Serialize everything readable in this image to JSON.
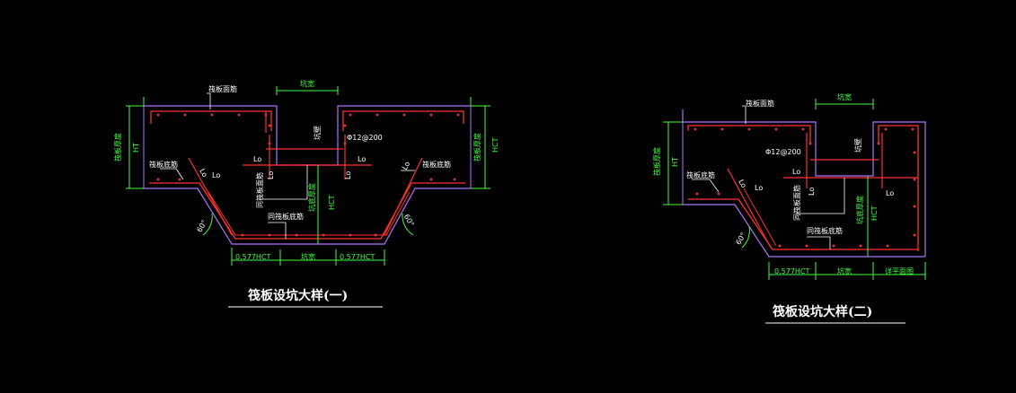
{
  "colors": {
    "background": "#000000",
    "outline": "#b070ff",
    "rebar": "#ff3030",
    "dimension": "#3cff3c",
    "text": "#ffffff",
    "dot": "#ff3030"
  },
  "detail1": {
    "title": "筏板设坑大样(一)",
    "dim_pit_width": "坑宽",
    "dim_bottom_left": "0.577HCT",
    "dim_bottom_mid": "坑宽",
    "dim_bottom_right": "0.577HCT",
    "dim_left_h": "HT",
    "dim_left_text": "筏板厚度",
    "dim_right_h": "HCT",
    "dim_right_text": "筏板厚度",
    "dim_mid_h": "HCT",
    "dim_mid_text": "坑底厚度",
    "label_top_rebar": "筏板面筋",
    "label_bottom_rebar": "筏板底筋",
    "label_pit_side_rebar": "坑壁",
    "label_spec": "Φ12@200",
    "label_pit_face_rebar": "同筏板面筋",
    "label_pit_bottom_rebar": "同筏板底筋",
    "label_right_bottom_rebar": "筏板底筋",
    "lo": "Lo",
    "angle_left": "60°",
    "angle_right": "60°"
  },
  "detail2": {
    "title": "筏板设坑大样(二)",
    "dim_pit_width": "坑宽",
    "dim_bottom_left": "0.577HCT",
    "dim_bottom_mid": "坑宽",
    "dim_bottom_right": "详平面图",
    "dim_left_h": "HT",
    "dim_left_text": "筏板厚度",
    "dim_right_h": "HCT",
    "dim_right_text": "坑底厚度",
    "label_top_rebar": "筏板面筋",
    "label_bottom_rebar": "筏板底筋",
    "label_pit_side_rebar": "坑壁",
    "label_spec": "Φ12@200",
    "label_pit_face_rebar": "同筏板面筋",
    "label_pit_bottom_rebar": "同筏板底筋",
    "lo": "Lo",
    "angle_left": "60°"
  }
}
